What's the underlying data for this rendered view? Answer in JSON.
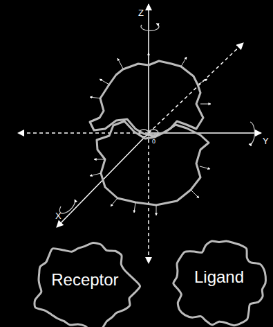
{
  "diagram": {
    "nodes": [
      {
        "text": [
          "Receptor"
        ]
      },
      {
        "text": [
          "Ligand"
        ]
      }
    ],
    "edges": [],
    "labels": [
      "Z",
      "Y",
      "X",
      "0"
    ]
  }
}
